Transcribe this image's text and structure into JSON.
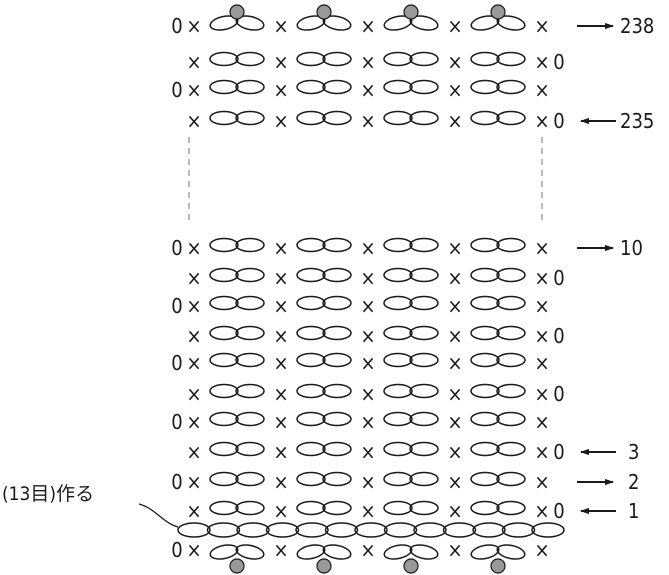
{
  "row_labels": {
    "r238": "238",
    "r235": "235",
    "r10": "10",
    "r3": "3",
    "r2": "2",
    "r1": "1"
  },
  "start_label": "(13目)作る",
  "symbols": {
    "chain_start": "0",
    "single_crochet": "×"
  },
  "colors": {
    "ink": "#1a1a1a",
    "bead_fill": "#999999",
    "dashed_line": "#8a8a8a"
  }
}
